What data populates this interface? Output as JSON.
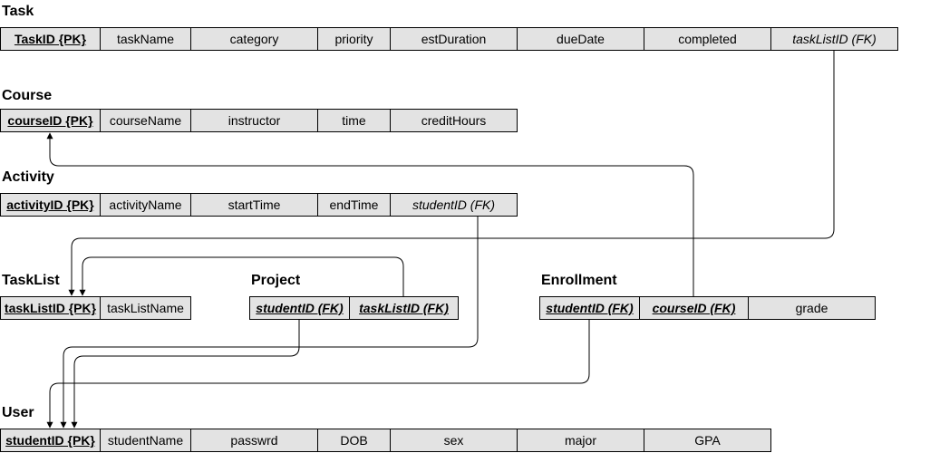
{
  "entities": {
    "task": {
      "name": "Task",
      "attributes": [
        "TaskID {PK}",
        "taskName",
        "category",
        "priority",
        "estDuration",
        "dueDate",
        "completed",
        "taskListID (FK)"
      ]
    },
    "course": {
      "name": "Course",
      "attributes": [
        "courseID {PK}",
        "courseName",
        "instructor",
        "time",
        "creditHours"
      ]
    },
    "activity": {
      "name": "Activity",
      "attributes": [
        "activityID {PK}",
        "activityName",
        "startTime",
        "endTime",
        "studentID (FK)"
      ]
    },
    "tasklist": {
      "name": "TaskList",
      "attributes": [
        "taskListID {PK}",
        "taskListName"
      ]
    },
    "project": {
      "name": "Project",
      "attributes": [
        "studentID (FK)",
        "taskListID (FK)"
      ]
    },
    "enrollment": {
      "name": "Enrollment",
      "attributes": [
        "studentID (FK)",
        "courseID (FK)",
        "grade"
      ]
    },
    "user": {
      "name": "User",
      "attributes": [
        "studentID {PK}",
        "studentName",
        "passwrd",
        "DOB",
        "sex",
        "major",
        "GPA"
      ]
    }
  },
  "colors": {
    "cell_fill": "#e3e3e3",
    "line": "#000000"
  }
}
